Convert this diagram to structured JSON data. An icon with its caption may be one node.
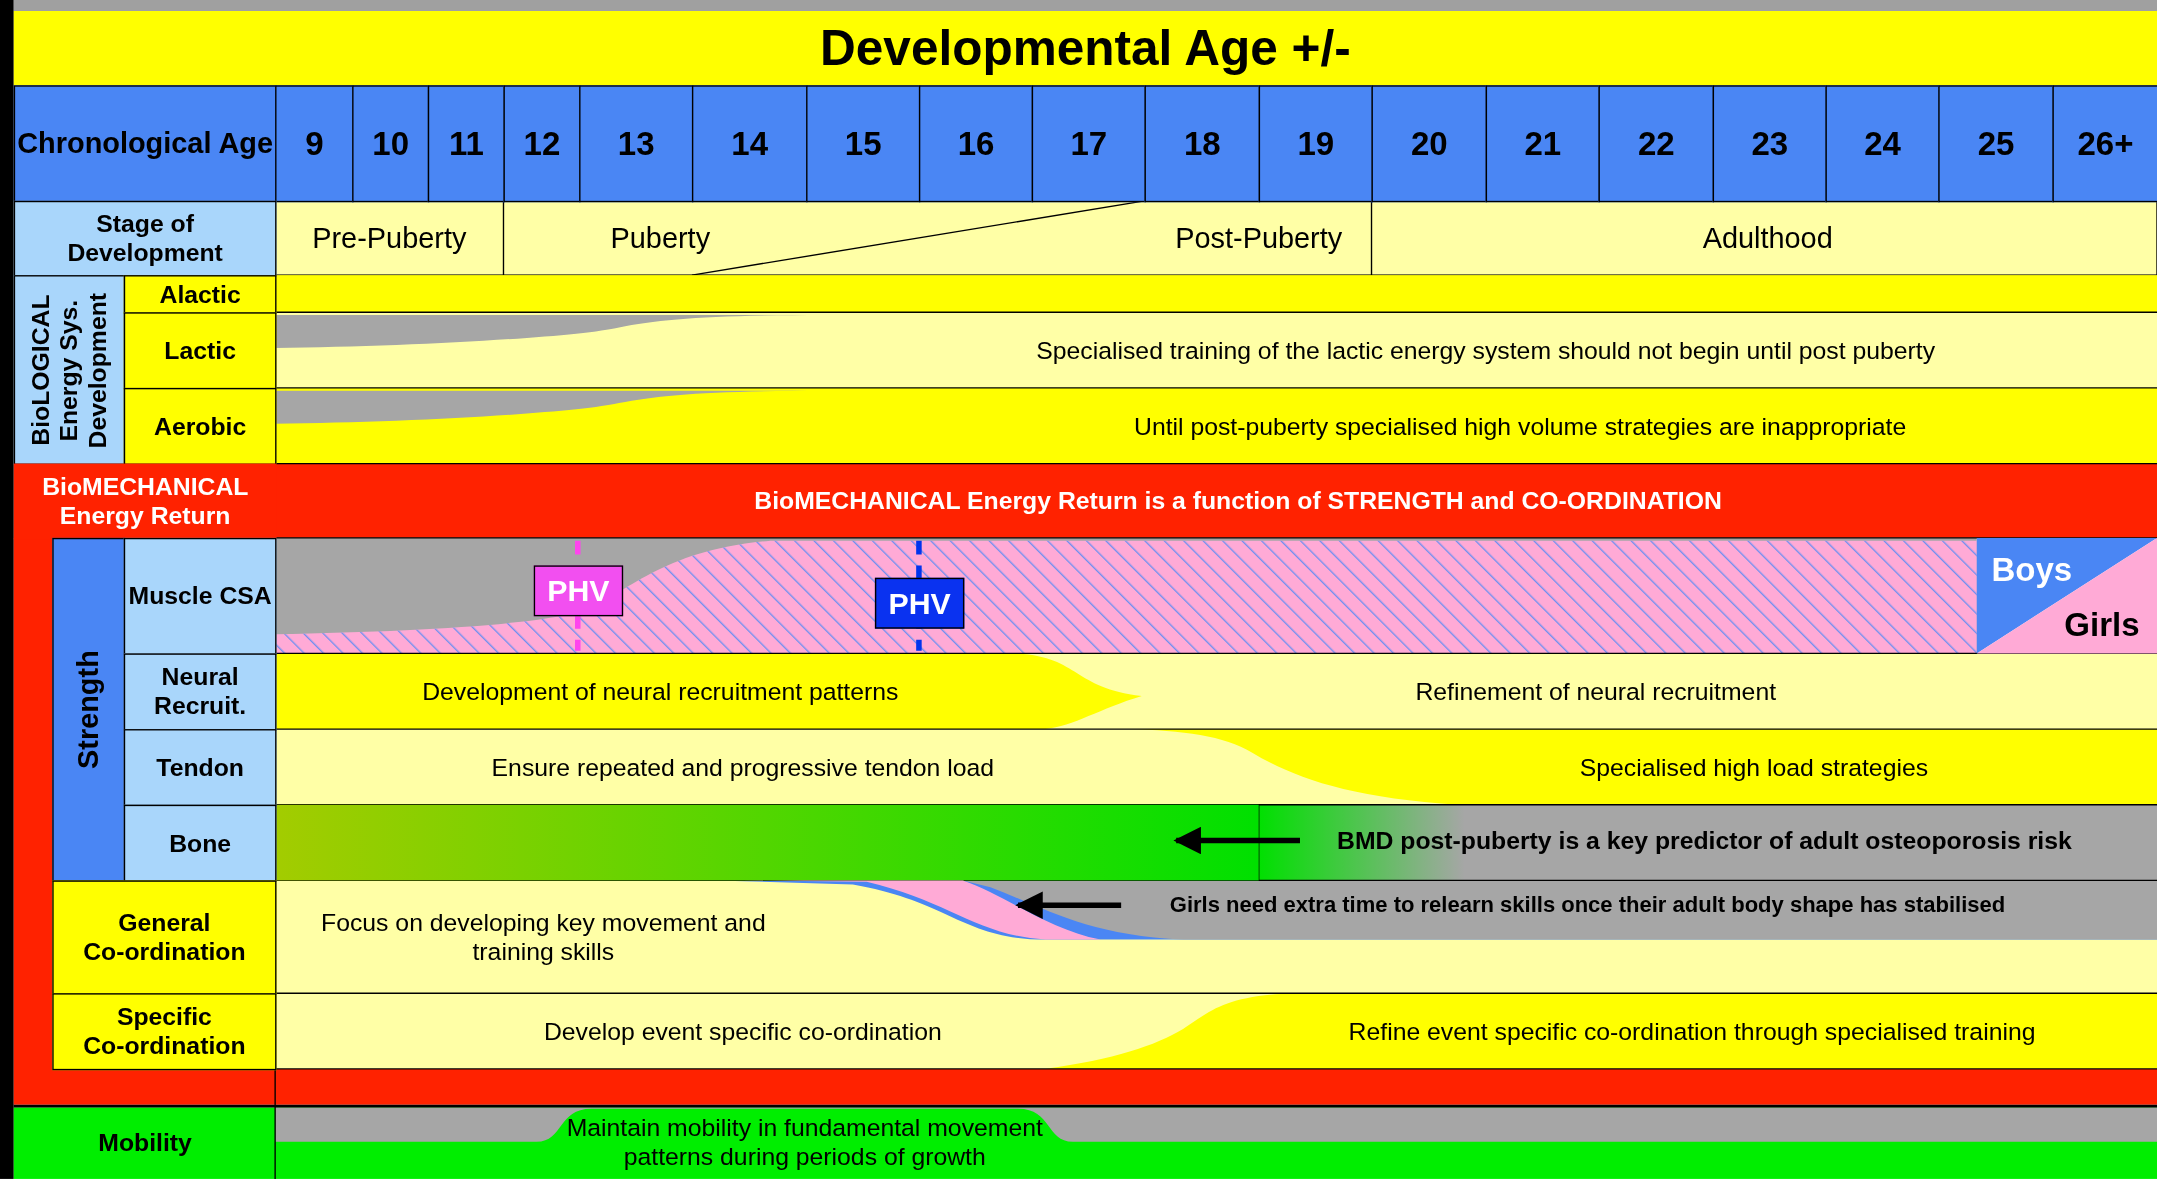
{
  "diagram": {
    "title": "Developmental Age +/-",
    "nodes": [
      {
        "text": [
          "PHV"
        ]
      },
      {
        "text": [
          "PHV"
        ]
      },
      {
        "text": [],
        "shape": "bar"
      },
      {
        "text": [
          "BMD post-puberty is a key predictor of adult osteoporosis risk"
        ]
      },
      {
        "text": [],
        "shape": "bar"
      },
      {
        "text": [
          "Girls need extra time to relearn skills once their adult body shape has stabilised"
        ]
      }
    ],
    "edges": [
      {
        "from": 3,
        "to": 2,
        "arrow": "to"
      },
      {
        "from": 5,
        "to": 4,
        "arrow": "to"
      }
    ],
    "legend": [
      {
        "text": "Boys",
        "color": "#4a86f4"
      },
      {
        "text": "Girls",
        "color": "#ffaad6"
      }
    ],
    "labels": [
      "Chronological Age",
      "9",
      "10",
      "11",
      "12",
      "13",
      "14",
      "15",
      "16",
      "17",
      "18",
      "19",
      "20",
      "21",
      "22",
      "23",
      "24",
      "25",
      "26+",
      "Stage of Development",
      "Pre-Puberty",
      "Puberty",
      "Post-Puberty",
      "Adulthood",
      "BioLOGICAL Energy Sys. Development",
      "Alactic",
      "Lactic",
      "Specialised training of the lactic energy system should not begin until post puberty",
      "Aerobic",
      "Until post-puberty specialised high volume strategies are inappropriate",
      "BioMECHANICAL Energy Return",
      "BioMECHANICAL Energy Return is a function of STRENGTH and CO-ORDINATION",
      "Strength",
      "Muscle CSA",
      "Neural Recruit.",
      "Development of neural recruitment patterns",
      "Refinement of neural recruitment",
      "Tendon",
      "Ensure repeated and progressive tendon load",
      "Specialised high load strategies",
      "Bone",
      "General Co-ordination",
      "Focus on developing key movement and training skills",
      "Specific Co-ordination",
      "Develop event specific co-ordination",
      "Refine event specific co-ordination through specialised training",
      "Mobility",
      "Maintain mobility in fundamental movement patterns during periods of growth"
    ]
  }
}
